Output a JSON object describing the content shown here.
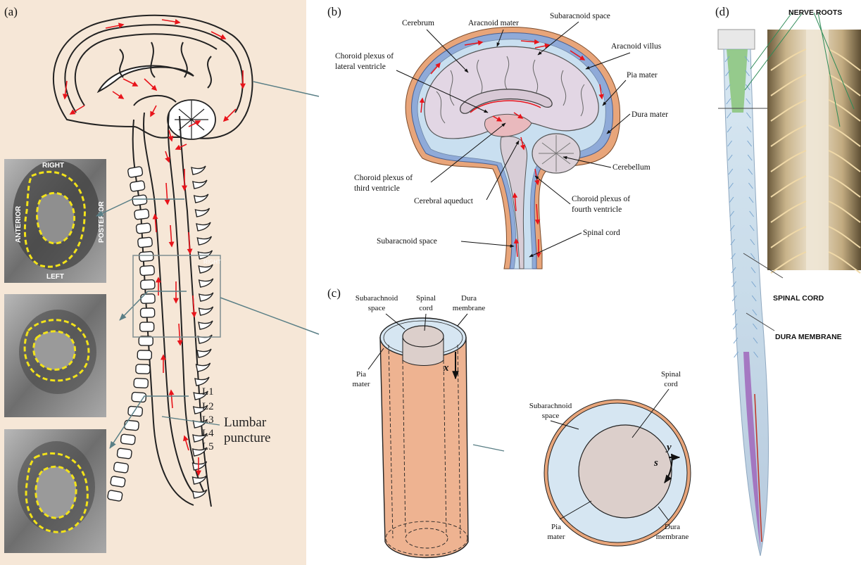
{
  "panels": {
    "a": {
      "label": "(a)",
      "mri_labels": {
        "right": "RIGHT",
        "left": "LEFT",
        "anterior": "ANTERIOR",
        "posterior": "POSTERIOR",
        "box_right": "RIGHT"
      },
      "vertebra_labels": [
        "L1",
        "L2",
        "L3",
        "L4",
        "L5"
      ],
      "lumbar_line1": "Lumbar",
      "lumbar_line2": "puncture"
    },
    "b": {
      "label": "(b)",
      "cerebrum": "Cerebrum",
      "aracnoid_mater": "Aracnoid mater",
      "subaracnoid_top": "Subaracnoid space",
      "aracnoid_villus": "Aracnoid villus",
      "choroid_lat_1": "Choroid plexus of",
      "choroid_lat_2": "lateral ventricle",
      "pia_mater": "Pia mater",
      "dura_mater": "Dura mater",
      "cerebellum": "Cerebellum",
      "choroid_third_1": "Choroid plexus of",
      "choroid_third_2": "third ventricle",
      "choroid_fourth_1": "Choroid plexus of",
      "choroid_fourth_2": "fourth ventricle",
      "cerebral_aqueduct": "Cerebral aqueduct",
      "subaracnoid_bottom": "Subaracnoid space",
      "spinal_cord": "Spinal cord"
    },
    "c": {
      "label": "(c)",
      "sub_1": "Subarachnoid",
      "sub_2": "space",
      "cord_1": "Spinal",
      "cord_2": "cord",
      "dura_1": "Dura",
      "dura_2": "membrane",
      "pia_1": "Pia",
      "pia_2": "mater",
      "x_axis": "x",
      "cs_sub_1": "Subarachnoid",
      "cs_sub_2": "space",
      "cs_cord_1": "Spinal",
      "cs_cord_2": "cord",
      "y_axis": "y",
      "s_axis": "s",
      "cs_pia_1": "Pia",
      "cs_pia_2": "mater",
      "cs_dura_1": "Dura",
      "cs_dura_2": "membrane"
    },
    "d": {
      "label": "(d)",
      "nerve_roots": "NERVE ROOTS",
      "spinal_cord": "SPINAL CORD",
      "dura_membrane": "DURA MEMBRANE"
    }
  },
  "colors": {
    "panel_a_bg": "#f6e7d7",
    "outline": "#222222",
    "csf_arrow": "#e8141b",
    "mri_dashed": "#f2e21a",
    "connector": "#5a7f86",
    "brain_fill": "#e2d6e4",
    "csf_fill": "#c9dff0",
    "dura_fill": "#e8a57a",
    "arachnoid_fill": "#8faad8",
    "cyl_fill": "#eeb391",
    "cord_fill": "#dccfcb",
    "cs_fill": "#d6e6f2"
  }
}
